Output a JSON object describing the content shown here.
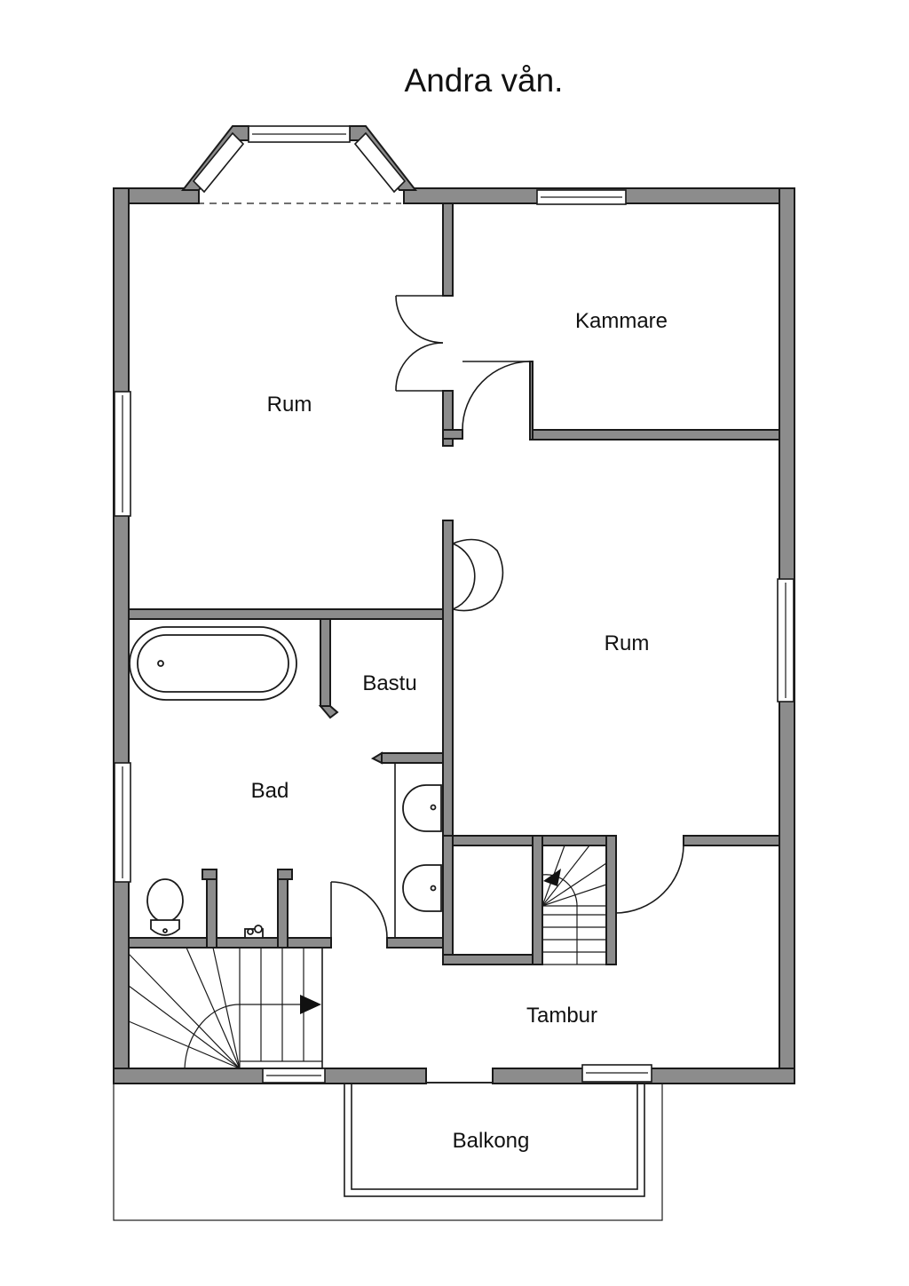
{
  "title": "Andra vån.",
  "rooms": {
    "rum_top": "Rum",
    "kammare": "Kammare",
    "rum_right": "Rum",
    "bastu": "Bastu",
    "bad": "Bad",
    "tambur": "Tambur",
    "balkong": "Balkong"
  },
  "colors": {
    "wall_fill": "#8c8c8c",
    "line": "#1a1a1a",
    "background": "#ffffff"
  }
}
